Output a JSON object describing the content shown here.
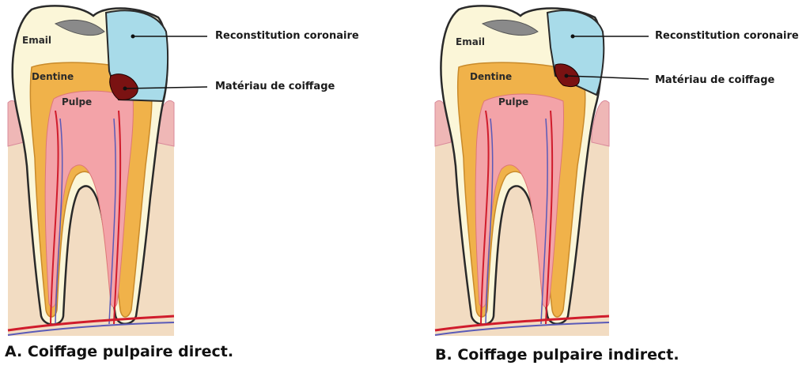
{
  "panel_a": {
    "caption": "A. Coiffage pulpaire direct.",
    "labels": {
      "reconstitution": "Reconstitution coronaire",
      "materiau": "Matériau de coiffage",
      "email": "Email",
      "dentine": "Dentine",
      "pulpe": "Pulpe"
    }
  },
  "panel_b": {
    "caption": "B. Coiffage pulpaire indirect.",
    "labels": {
      "reconstitution": "Reconstitution coronaire",
      "materiau": "Matériau de coiffage",
      "email": "Email",
      "dentine": "Dentine",
      "pulpe": "Pulpe"
    }
  },
  "colors": {
    "enamel": "#fbf6d8",
    "dentine": "#f0b24a",
    "pulp": "#f3a3a8",
    "gum": "#efb7b6",
    "bone": "#f2dcc2",
    "restoration": "#a8dbe9",
    "capping_material": "#7a1212",
    "vessel_red": "#d01c2c",
    "vessel_blue": "#5a5ab8"
  }
}
